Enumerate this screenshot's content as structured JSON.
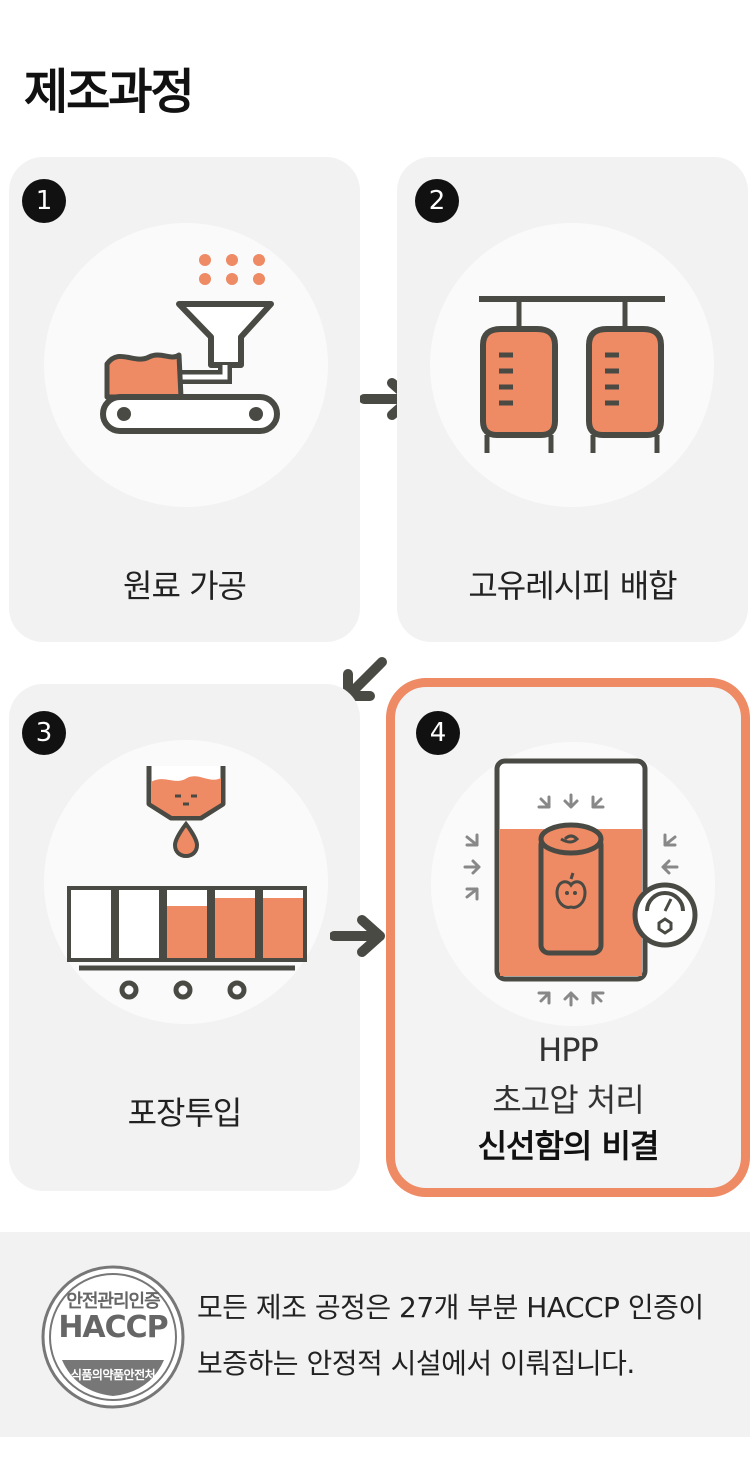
{
  "page": {
    "title": "제조과정"
  },
  "steps": [
    {
      "number": "1",
      "label": "원료 가공"
    },
    {
      "number": "2",
      "label": "고유레시피 배합"
    },
    {
      "number": "3",
      "label": "포장투입"
    },
    {
      "number": "4",
      "label_line1": "HPP",
      "label_line2": "초고압 처리",
      "label_line3": "신선함의 비결"
    }
  ],
  "footer": {
    "haccp_top": "안전관리인증",
    "haccp_main": "HACCP",
    "haccp_bottom": "식품의약품안전처",
    "text": "모든 제조 공정은 27개 부분 HACCP 인증이 보증하는 안정적 시설에서 이뤄집니다."
  },
  "colors": {
    "accent": "#ee8a64",
    "dark": "#4a4a44",
    "card": "#f2f2f2"
  }
}
